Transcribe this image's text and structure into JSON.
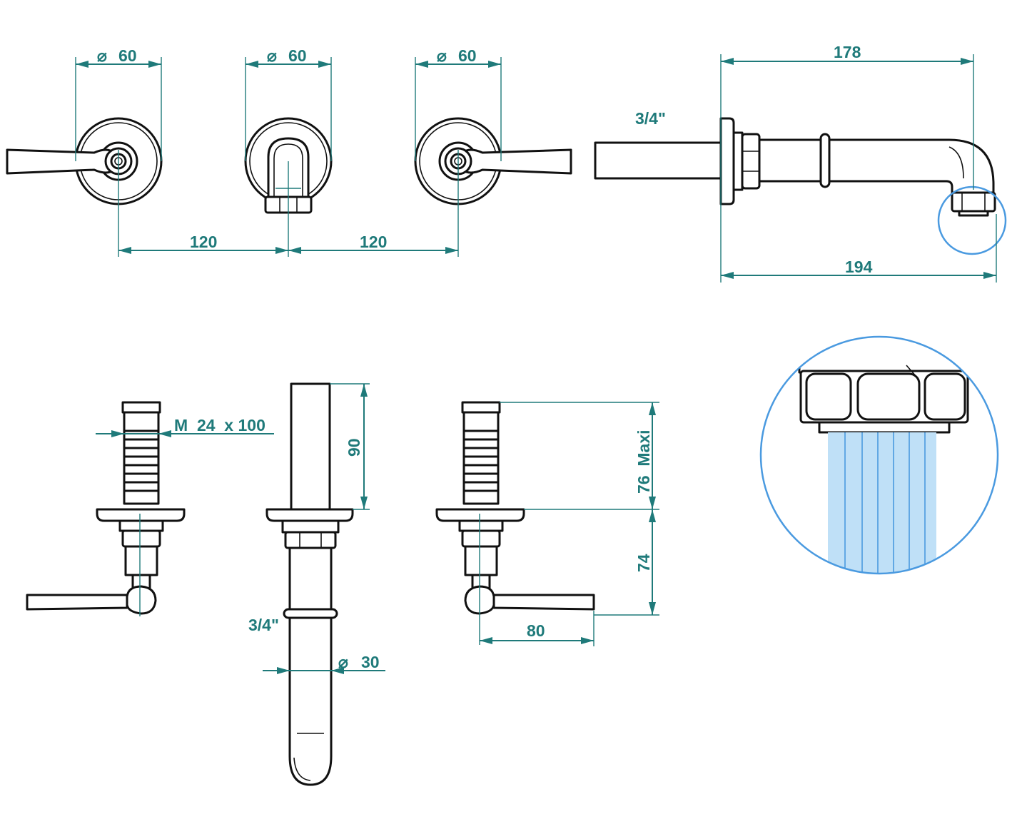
{
  "colors": {
    "dimension": "#1f7a7a",
    "outline": "#111111",
    "detail_circle": "#4a9ae0",
    "water": "#bfe0f7"
  },
  "dimensions": {
    "dia_left": "60",
    "dia_middle": "60",
    "dia_right": "60",
    "diameter_symbol": "⌀",
    "spacing_left": "120",
    "spacing_right": "120",
    "spout_length_top": "178",
    "spout_length_bottom": "194",
    "thread_top": "3/4\"",
    "thread_side": "3/4\"",
    "valve_thread": "M  24  x 100",
    "spout_body_length": "90",
    "valve_body_max": "76  Maxi",
    "handle_projection": "74",
    "handle_length": "80",
    "pipe_diameter": "30"
  }
}
